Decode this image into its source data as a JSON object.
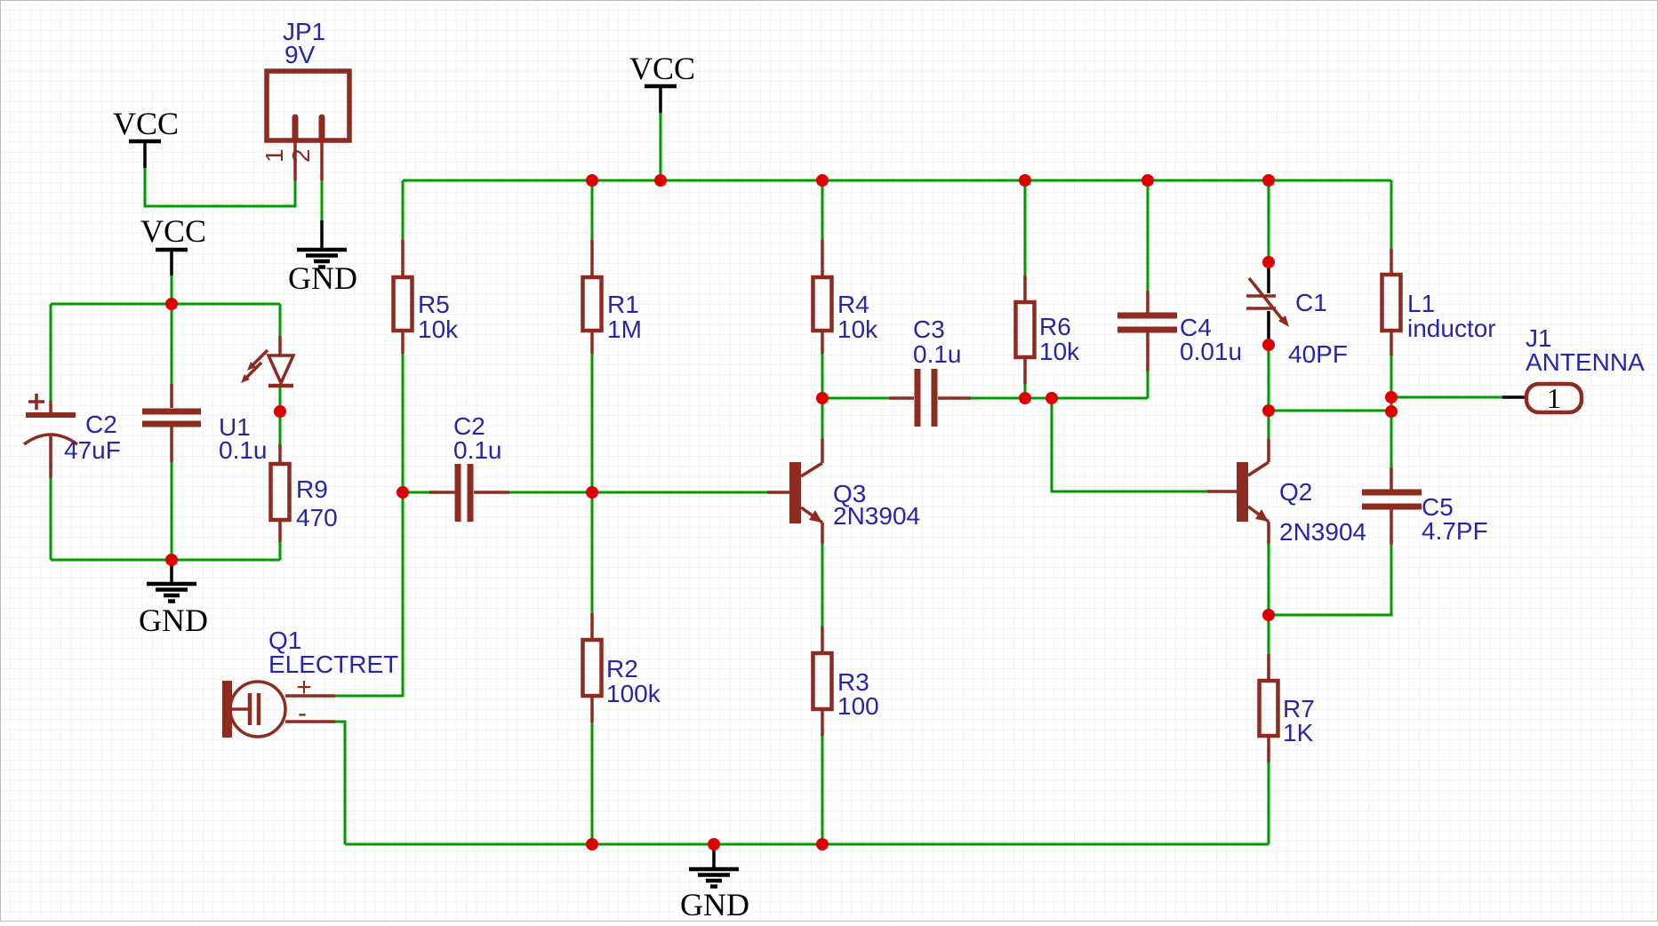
{
  "nets": {
    "vcc_label": "VCC",
    "gnd_label": "GND"
  },
  "colors": {
    "wire_green": "#009B00",
    "symbol_maroon": "#8D2B20",
    "label_blue": "#2626AB",
    "junction_red": "#DE0000",
    "power_text_black": "#000000",
    "grid_gray": "#E7E7E7"
  },
  "components": {
    "jp1": {
      "name": "JP1",
      "value": "9V",
      "pin1": "1",
      "pin2": "2"
    },
    "c2_filter": {
      "name": "C2",
      "value": "47uF"
    },
    "u1": {
      "name": "U1",
      "value": "0.1u"
    },
    "r9": {
      "name": "R9",
      "value": "470"
    },
    "q1": {
      "name": "Q1",
      "value": "ELECTRET",
      "plus": "+",
      "minus": "-"
    },
    "r5": {
      "name": "R5",
      "value": "10k"
    },
    "c2_input": {
      "name": "C2",
      "value": "0.1u"
    },
    "r1": {
      "name": "R1",
      "value": "1M"
    },
    "r2": {
      "name": "R2",
      "value": "100k"
    },
    "r4": {
      "name": "R4",
      "value": "10k"
    },
    "r3": {
      "name": "R3",
      "value": "100"
    },
    "q3": {
      "name": "Q3",
      "value": "2N3904"
    },
    "c3": {
      "name": "C3",
      "value": "0.1u"
    },
    "r6": {
      "name": "R6",
      "value": "10k"
    },
    "c4": {
      "name": "C4",
      "value": "0.01u"
    },
    "c1": {
      "name": "C1",
      "value": "40PF"
    },
    "l1": {
      "name": "L1",
      "value": "inductor"
    },
    "q2": {
      "name": "Q2",
      "value": "2N3904"
    },
    "c5": {
      "name": "C5",
      "value": "4.7PF"
    },
    "r7": {
      "name": "R7",
      "value": "1K"
    },
    "j1": {
      "name": "J1",
      "value": "ANTENNA",
      "pin1": "1"
    }
  }
}
